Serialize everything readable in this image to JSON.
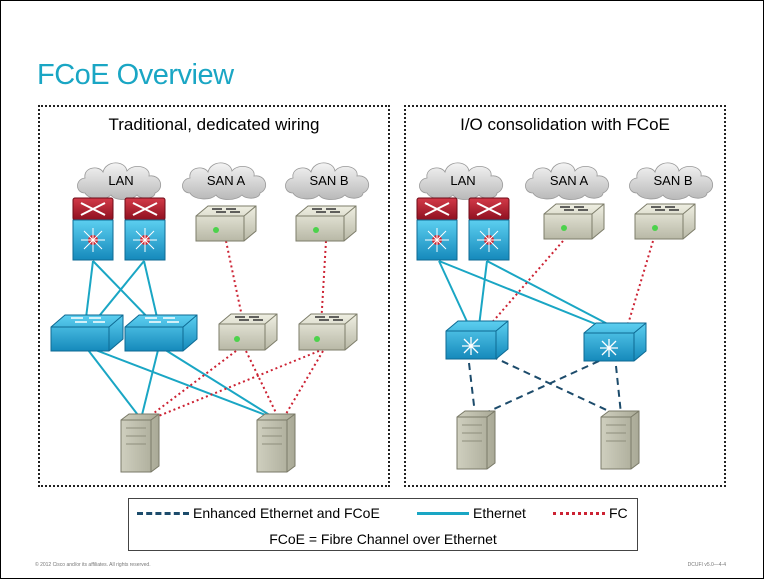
{
  "title": "FCoE Overview",
  "panels": {
    "left": {
      "title": "Traditional, dedicated wiring",
      "clouds": [
        "LAN",
        "SAN A",
        "SAN B"
      ]
    },
    "right": {
      "title": "I/O consolidation with FCoE",
      "clouds": [
        "LAN",
        "SAN A",
        "SAN B"
      ]
    }
  },
  "legend": {
    "items": [
      {
        "label": "Enhanced Ethernet and FCoE",
        "style": "dashed",
        "color": "#1c4b6b"
      },
      {
        "label": "Ethernet",
        "style": "solid",
        "color": "#1aa6c4"
      },
      {
        "label": "FC",
        "style": "dotted",
        "color": "#cc2233"
      }
    ],
    "definition": "FCoE = Fibre Channel over Ethernet"
  },
  "footer": {
    "copyright": "© 2012 Cisco and/or its affiliates. All rights reserved.",
    "code": "DCUFI v5.0—4-4"
  },
  "colors": {
    "title": "#1aa6c4",
    "ethernet": "#1aa6c4",
    "fc": "#cc2233",
    "fcoe": "#1c4b6b"
  }
}
